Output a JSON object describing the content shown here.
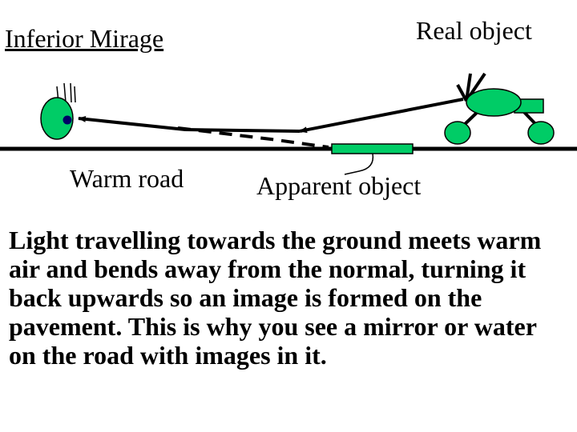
{
  "title": "Inferior Mirage",
  "labels": {
    "real_object": "Real object",
    "warm_road": "Warm road",
    "apparent_object": "Apparent object"
  },
  "explanation": "Light travelling towards the ground meets warm air and bends away from the normal, turning it back upwards so an image is formed on the pavement. This is why you see a mirror or water on the road with images in it.",
  "colors": {
    "object_fill": "#00cc66",
    "ink": "#000000",
    "pupil": "#000066"
  },
  "icons": {
    "observer": "observer-eye-icon",
    "real_object": "car-icon",
    "apparent_object": "apparent-image-icon"
  }
}
